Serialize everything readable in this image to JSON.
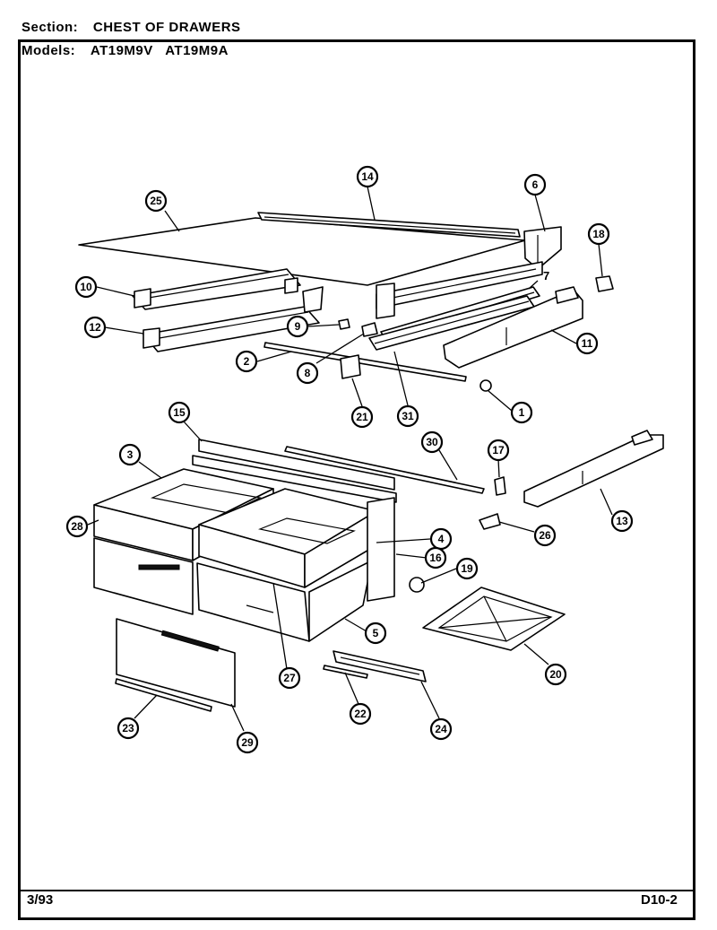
{
  "header": {
    "section_label": "Section:",
    "section_value": "CHEST OF DRAWERS",
    "models_label": "Models:",
    "models_value": "AT19M9V   AT19M9A"
  },
  "footer": {
    "date": "3/93",
    "page_code": "D10-2"
  },
  "callouts": [
    {
      "num": "14"
    },
    {
      "num": "6"
    },
    {
      "num": "25"
    },
    {
      "num": "18"
    },
    {
      "num": "10"
    },
    {
      "num": "7"
    },
    {
      "num": "12"
    },
    {
      "num": "9"
    },
    {
      "num": "11"
    },
    {
      "num": "2"
    },
    {
      "num": "8"
    },
    {
      "num": "1"
    },
    {
      "num": "21"
    },
    {
      "num": "31"
    },
    {
      "num": "15"
    },
    {
      "num": "30"
    },
    {
      "num": "17"
    },
    {
      "num": "3"
    },
    {
      "num": "28"
    },
    {
      "num": "13"
    },
    {
      "num": "4"
    },
    {
      "num": "26"
    },
    {
      "num": "16"
    },
    {
      "num": "19"
    },
    {
      "num": "5"
    },
    {
      "num": "20"
    },
    {
      "num": "27"
    },
    {
      "num": "22"
    },
    {
      "num": "23"
    },
    {
      "num": "24"
    },
    {
      "num": "29"
    }
  ]
}
